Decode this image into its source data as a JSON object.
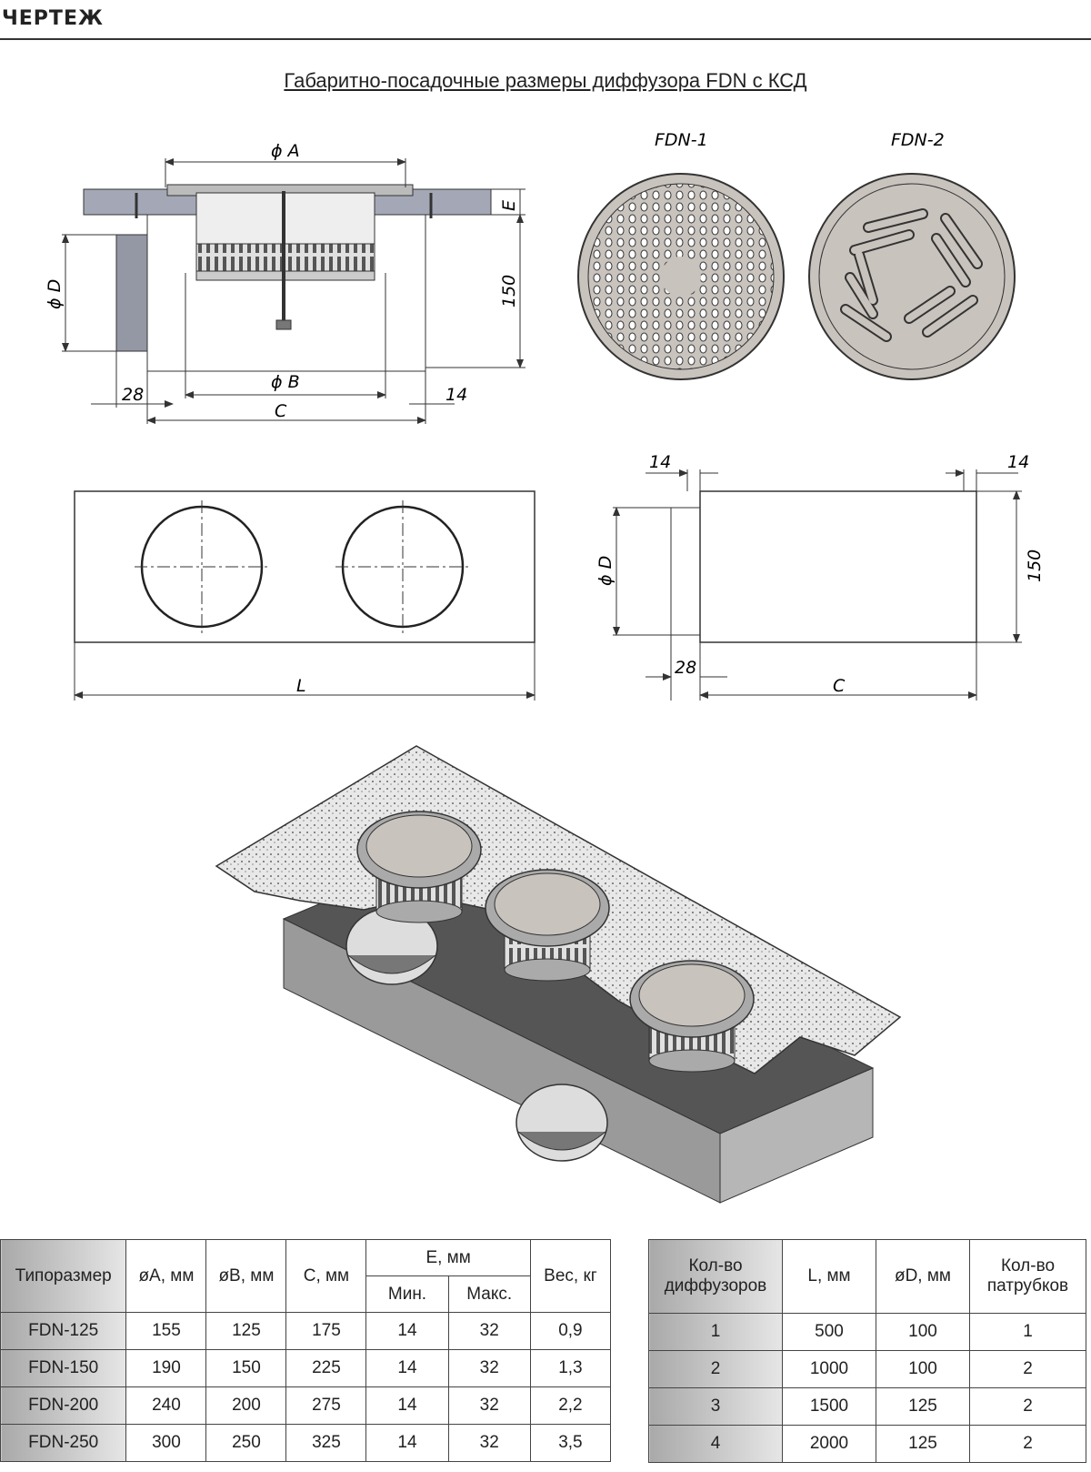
{
  "header": {
    "title": "ЧЕРТЕЖ"
  },
  "main_title": "Габаритно-посадочные размеры диффузора FDN с КСД",
  "drawing_front": {
    "dia_a": "ϕ A",
    "dia_b": "ϕ B",
    "dia_d": "ϕ D",
    "dim_e": "E",
    "dim_150": "150",
    "dim_28": "28",
    "dim_14": "14",
    "dim_c": "C"
  },
  "drawing_faces": {
    "fdn1": "FDN-1",
    "fdn2": "FDN-2"
  },
  "drawing_plan": {
    "dim_l": "L"
  },
  "drawing_side": {
    "dim_14_left": "14",
    "dim_14_right": "14",
    "dia_d": "ϕ D",
    "dim_150": "150",
    "dim_28": "28",
    "dim_c": "C"
  },
  "table1": {
    "header": {
      "type": "Типоразмер",
      "a": "øA, мм",
      "b": "øB, мм",
      "c": "C, мм",
      "e": "E, мм",
      "e_min": "Мин.",
      "e_max": "Макс.",
      "weight": "Вес, кг"
    },
    "rows": [
      [
        "FDN-125",
        "155",
        "125",
        "175",
        "14",
        "32",
        "0,9"
      ],
      [
        "FDN-150",
        "190",
        "150",
        "225",
        "14",
        "32",
        "1,3"
      ],
      [
        "FDN-200",
        "240",
        "200",
        "275",
        "14",
        "32",
        "2,2"
      ],
      [
        "FDN-250",
        "300",
        "250",
        "325",
        "14",
        "32",
        "3,5"
      ]
    ]
  },
  "table2": {
    "header": {
      "count": "Кол-во диффузоров",
      "l": "L, мм",
      "d": "øD, мм",
      "pipes": "Кол-во патрубков"
    },
    "rows": [
      [
        "1",
        "500",
        "100",
        "1"
      ],
      [
        "2",
        "1000",
        "100",
        "2"
      ],
      [
        "3",
        "1500",
        "125",
        "2"
      ],
      [
        "4",
        "2000",
        "125",
        "2"
      ]
    ]
  }
}
